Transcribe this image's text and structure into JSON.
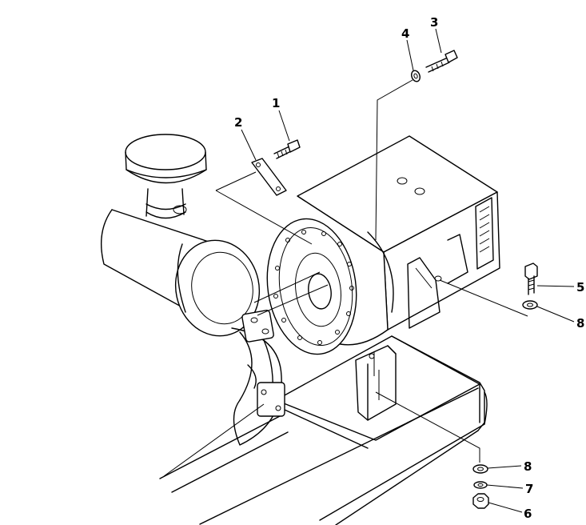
{
  "diagram": {
    "callouts": [
      {
        "id": "c1",
        "label": "1"
      },
      {
        "id": "c2",
        "label": "2"
      },
      {
        "id": "c3",
        "label": "3"
      },
      {
        "id": "c4",
        "label": "4"
      },
      {
        "id": "c5",
        "label": "5"
      },
      {
        "id": "c8a",
        "label": "8"
      },
      {
        "id": "c8b",
        "label": "8"
      },
      {
        "id": "c7",
        "label": "7"
      },
      {
        "id": "c6",
        "label": "6"
      }
    ]
  }
}
